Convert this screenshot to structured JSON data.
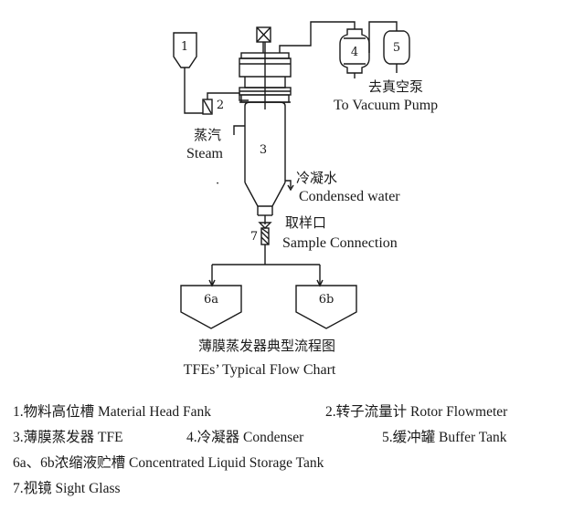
{
  "diagram": {
    "labels": {
      "material_head_tank": "1",
      "rotor_flowmeter": "2",
      "tfe": "3",
      "condenser": "4",
      "buffer_tank": "5",
      "storage_a": "6a",
      "storage_b": "6b",
      "sight_glass": "7"
    },
    "annotations": {
      "vacuum_cn": "去真空泵",
      "vacuum_en": "To Vacuum Pump",
      "steam_cn": "蒸汽",
      "steam_en": "Steam",
      "condensed_cn": "冷凝水",
      "condensed_en": "Condensed water",
      "sample_cn": "取样口",
      "sample_en": "Sample Connection"
    },
    "caption": {
      "cn": "薄膜蒸发器典型流程图",
      "en": "TFEs’ Typical Flow Chart"
    }
  },
  "legend": {
    "item1": "1.物料高位槽 Material Head Fank",
    "item2": "2.转子流量计 Rotor Flowmeter",
    "item3": "3.薄膜蒸发器 TFE",
    "item4": "4.冷凝器 Condenser",
    "item5": "5.缓冲罐 Buffer Tank",
    "item6": "6a、6b浓缩液贮槽 Concentrated Liquid Storage Tank",
    "item7": "7.视镜 Sight Glass"
  }
}
